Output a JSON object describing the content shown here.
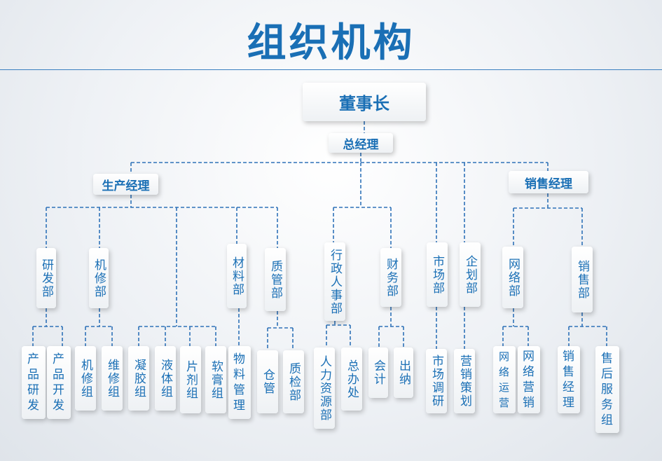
{
  "title": "组织机构",
  "chairman": "董事长",
  "gm": "总经理",
  "production_manager": "生产经理",
  "sales_manager": "销售经理",
  "departments": {
    "rd": "研发部",
    "repair": "机修部",
    "materials": "材料部",
    "qc": "质管部",
    "hr": "行政人事部",
    "finance": "财务部",
    "market": "市场部",
    "planning": "企划部",
    "network": "网络部",
    "sales": "销售部"
  },
  "units": {
    "product_rd": "产品研发",
    "product_dev": "产品开发",
    "repair_group": "机修组",
    "maintenance_group": "维修组",
    "gel_group": "凝胶组",
    "liquid_group": "液体组",
    "tablet_group": "片剂组",
    "ointment_group": "软膏组",
    "material_mgmt": "物料管理",
    "warehouse": "仓管",
    "inspection": "质检部",
    "hr_resources": "人力资源部",
    "general_office": "总办处",
    "accounting": "会计",
    "cashier": "出纳",
    "market_research": "市场调研",
    "marketing_planning": "营销策划",
    "net_ops": "网络运营",
    "net_marketing": "网络营销",
    "sales_manager_unit": "销售经理",
    "after_sales": "售后服务组"
  }
}
